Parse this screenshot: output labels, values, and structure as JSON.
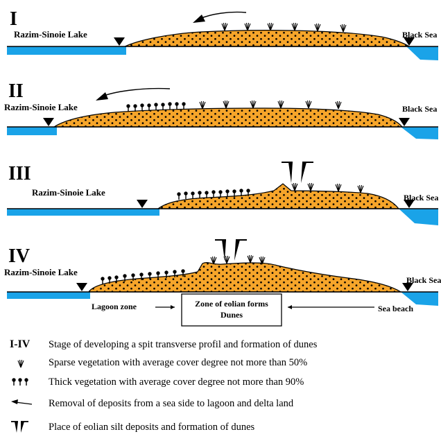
{
  "colors": {
    "sand": "#f6a52a",
    "water": "#1aa3e8",
    "line": "#000000"
  },
  "stages": [
    {
      "numeral": "I",
      "lake_label": "Razim-Sinoie Lake",
      "sea_label": "Black Sea"
    },
    {
      "numeral": "II",
      "lake_label": "Razim-Sinoie Lake",
      "sea_label": "Black Sea"
    },
    {
      "numeral": "III",
      "lake_label": "Razim-Sinoie Lake",
      "sea_label": "Black Sea"
    },
    {
      "numeral": "IV",
      "lake_label": "Razim-Sinoie Lake",
      "sea_label": "Black Sea"
    }
  ],
  "zones": {
    "lagoon": "Lagoon zone",
    "eolian_line1": "Zone of eolian forms",
    "eolian_line2": "Dunes",
    "beach": "Sea beach"
  },
  "legend": [
    {
      "key": "I-IV",
      "icon": "stage-numerals",
      "text": "Stage of developing a spit transverse profil and formation of dunes"
    },
    {
      "key": "",
      "icon": "sparse-vegetation-icon",
      "text": "Sparse vegetation with average cover degree not more than 50%"
    },
    {
      "key": "",
      "icon": "thick-vegetation-icon",
      "text": "Thick vegetation with average cover degree not more than 90%"
    },
    {
      "key": "",
      "icon": "arrow-left-icon",
      "text": "Removal of deposits from a sea side to lagoon and delta land"
    },
    {
      "key": "",
      "icon": "eolian-deposit-icon",
      "text": "Place of eolian silt deposits and formation of dunes"
    }
  ]
}
